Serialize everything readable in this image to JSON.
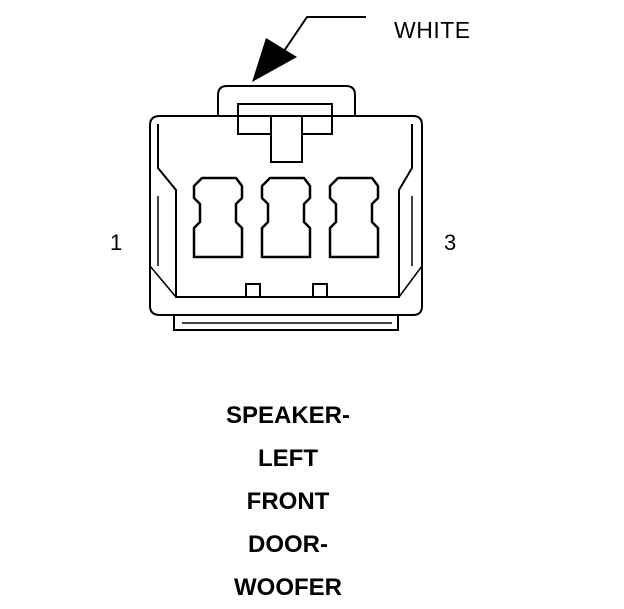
{
  "callout": {
    "label": "WHITE"
  },
  "pins": {
    "left": "1",
    "right": "3"
  },
  "title_lines": [
    "SPEAKER-",
    "LEFT",
    "FRONT",
    "DOOR-",
    "WOOFER"
  ],
  "colors": {
    "ink": "#000000",
    "background": "#ffffff"
  }
}
